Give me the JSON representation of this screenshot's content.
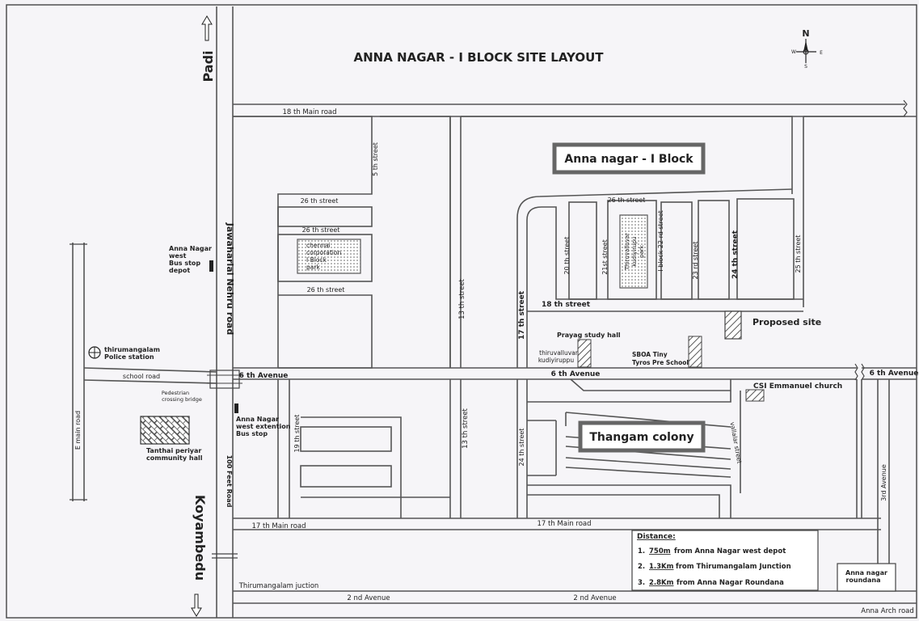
{
  "map": {
    "title": "ANNA NAGAR - I BLOCK SITE LAYOUT",
    "compass": {
      "n": "N",
      "s": "S",
      "e": "E",
      "w": "W"
    },
    "directions": {
      "padi": "Padi",
      "koyambedu": "Koyambedu"
    },
    "roads": {
      "main_18th": "18 th Main road",
      "main_17th_left": "17 th Main road",
      "main_17th_right": "17 th Main road",
      "jn_road": "Jawaharlal Nehru road",
      "feet_road_100": "100 Feet Road",
      "e_main_road": "E main road",
      "school_road": "school road",
      "avenue_6th_left": "6 th Avenue",
      "avenue_6th_mid": "6 th Avenue",
      "avenue_6th_right": "6 th Avenue",
      "avenue_2nd_left": "2 nd Avenue",
      "avenue_2nd_right": "2 nd Avenue",
      "avenue_3rd": "3rd Avenue",
      "street_5th": "5 th street",
      "street_13th_top": "13 th street",
      "street_13th_bottom": "13 th street",
      "street_17th": "17 th street",
      "street_18th": "18 th street",
      "street_19th": "19 th street",
      "street_20th": "20 th street",
      "street_21st": "21st street",
      "street_22rd": "I block 22 rd street",
      "street_23rd": "23 rd street",
      "street_24th_top": "24 th street",
      "street_24th_bottom": "24 th street",
      "street_25th": "25 th street",
      "street_26th_a": "26 th  street",
      "street_26th_b": "26 th  street",
      "street_26th_c": "26 th  street",
      "street_26th_d": "26 th  street",
      "vallalar_street": "vallalar street",
      "thirumangalam_juction": "Thirumangalam juction",
      "anna_arch_road": "Anna Arch road"
    },
    "places": {
      "anna_nagar_i_block": "Anna nagar - I Block",
      "thangam_colony": "Thangam colony",
      "chennai_park": [
        "chennai",
        "corporation",
        "I Block",
        "park"
      ],
      "thiruvalluvar_park": [
        "Thiruvalluvar",
        "kudiyirupu",
        "park"
      ],
      "proposed_site": "Proposed site",
      "prayag": "Prayag study hall",
      "thiruvalluvar_kudiyiruppu": [
        "thiruvalluvar",
        "kudiyiruppu"
      ],
      "sboa": [
        "SBOA Tiny",
        "Tyros Pre School"
      ],
      "csi_church": "CSI Emmanuel church",
      "anna_nagar_west_depot": [
        "Anna Nagar",
        "west",
        "Bus stop",
        "depot"
      ],
      "police_station": [
        "thirumangalam",
        "Police station"
      ],
      "pedestrian_bridge": [
        "Pedestrian",
        "crossing bridge"
      ],
      "extension_bus_stop": [
        "Anna Nagar",
        "west extention",
        "Bus stop"
      ],
      "community_hall": [
        "Tanthai periyar",
        "community hall"
      ],
      "anna_nagar_roundana": [
        "Anna nagar",
        "roundana"
      ]
    },
    "distance": {
      "heading": "Distance:",
      "items": [
        {
          "num": "1.",
          "value": "750m",
          "text": " from Anna Nagar west depot"
        },
        {
          "num": "2.",
          "value": "1.3Km",
          "text": " from Thirumangalam Junction"
        },
        {
          "num": "3.",
          "value": "2.8Km",
          "text": " from Anna Nagar Roundana"
        }
      ]
    }
  }
}
